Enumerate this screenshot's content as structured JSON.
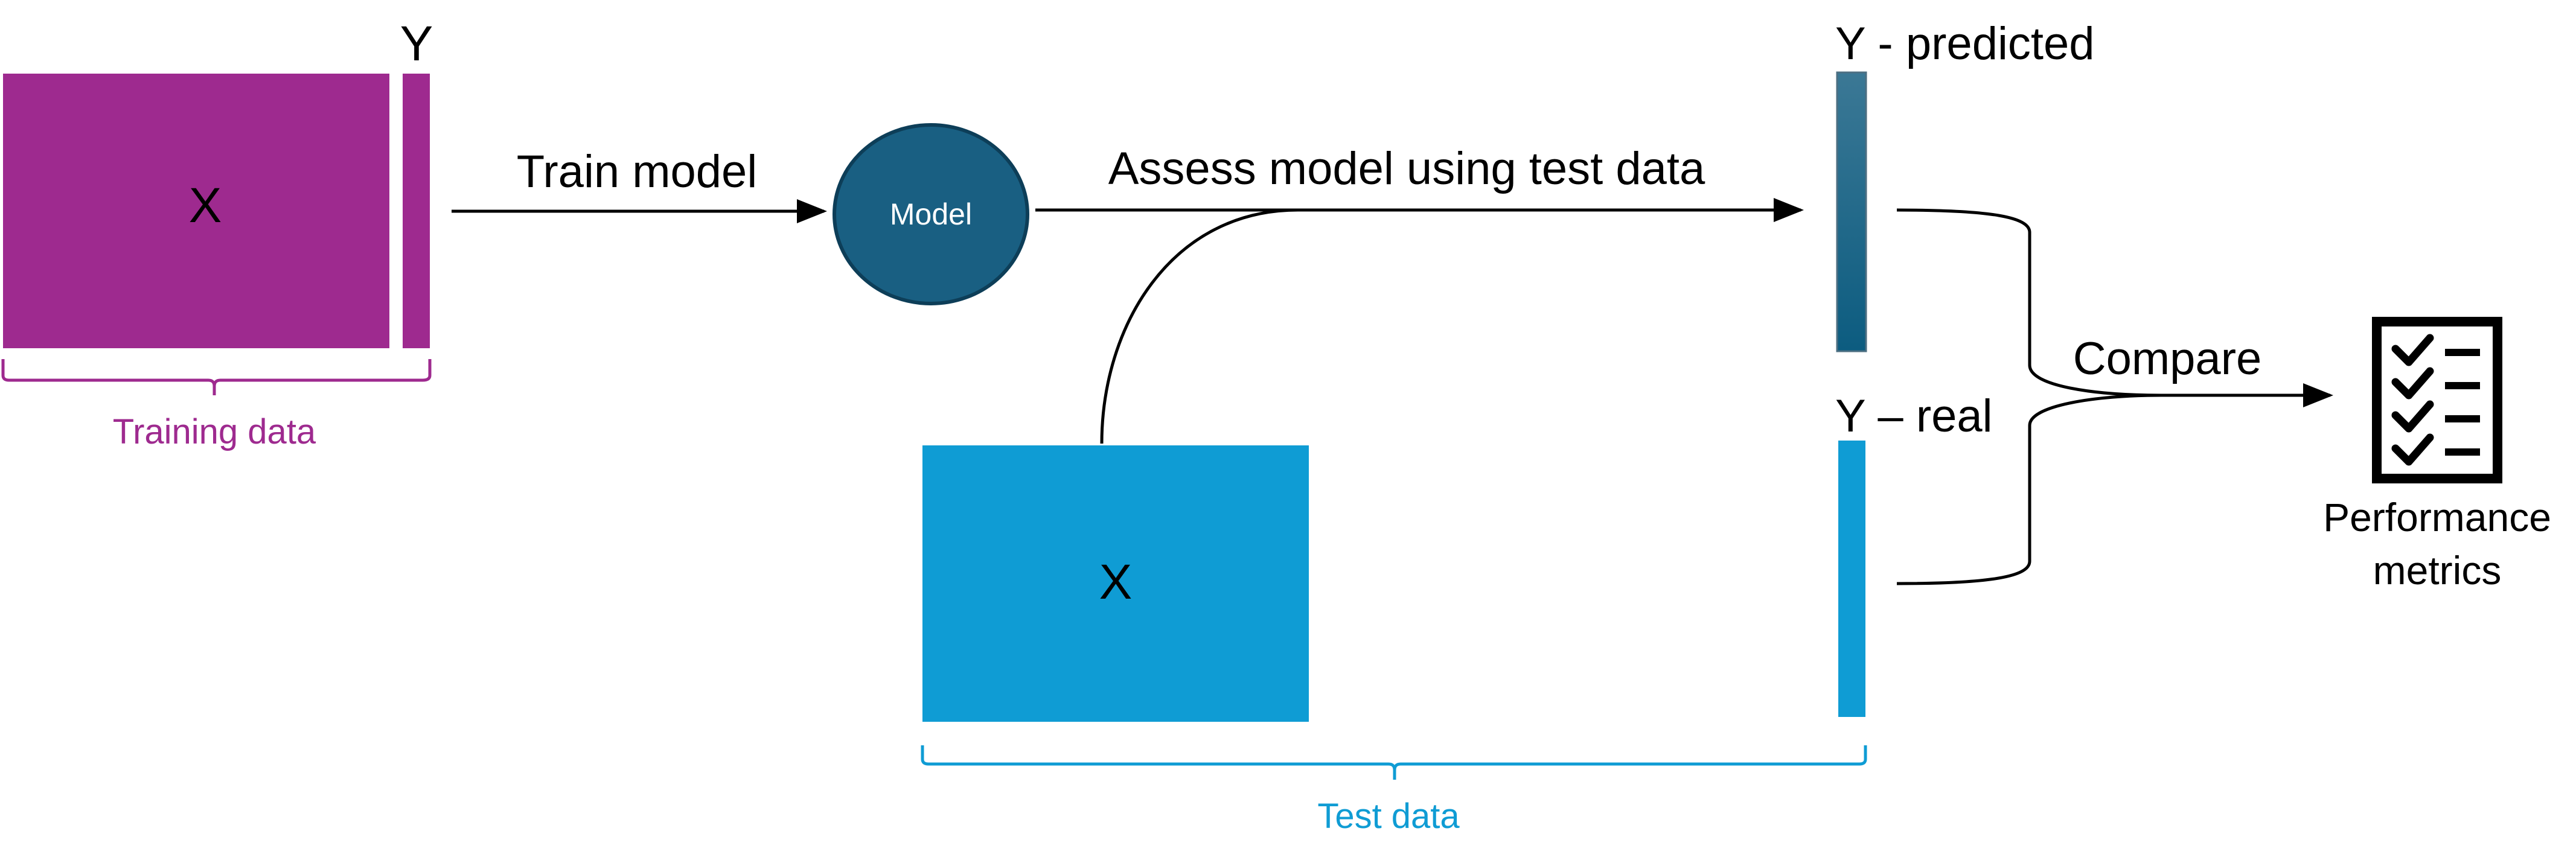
{
  "colors": {
    "training": "#9e2a8f",
    "test": "#0f9cd4",
    "model_fill": "#195f82",
    "model_stroke": "#0d3e58",
    "pred_top": "#3b7895",
    "pred_bottom": "#0c5c80",
    "ink": "#000000"
  },
  "training": {
    "x_label": "X",
    "y_label": "Y",
    "bracket_label": "Training data"
  },
  "model": {
    "label": "Model"
  },
  "arrows": {
    "train_label": "Train model",
    "assess_label": "Assess model using test data",
    "compare_label": "Compare"
  },
  "test": {
    "x_label": "X",
    "bracket_label": "Test data"
  },
  "outputs": {
    "predicted_label": "Y - predicted",
    "real_label": "Y – real"
  },
  "metrics": {
    "icon": "checklist-icon",
    "label_line1": "Performance",
    "label_line2": "metrics"
  }
}
